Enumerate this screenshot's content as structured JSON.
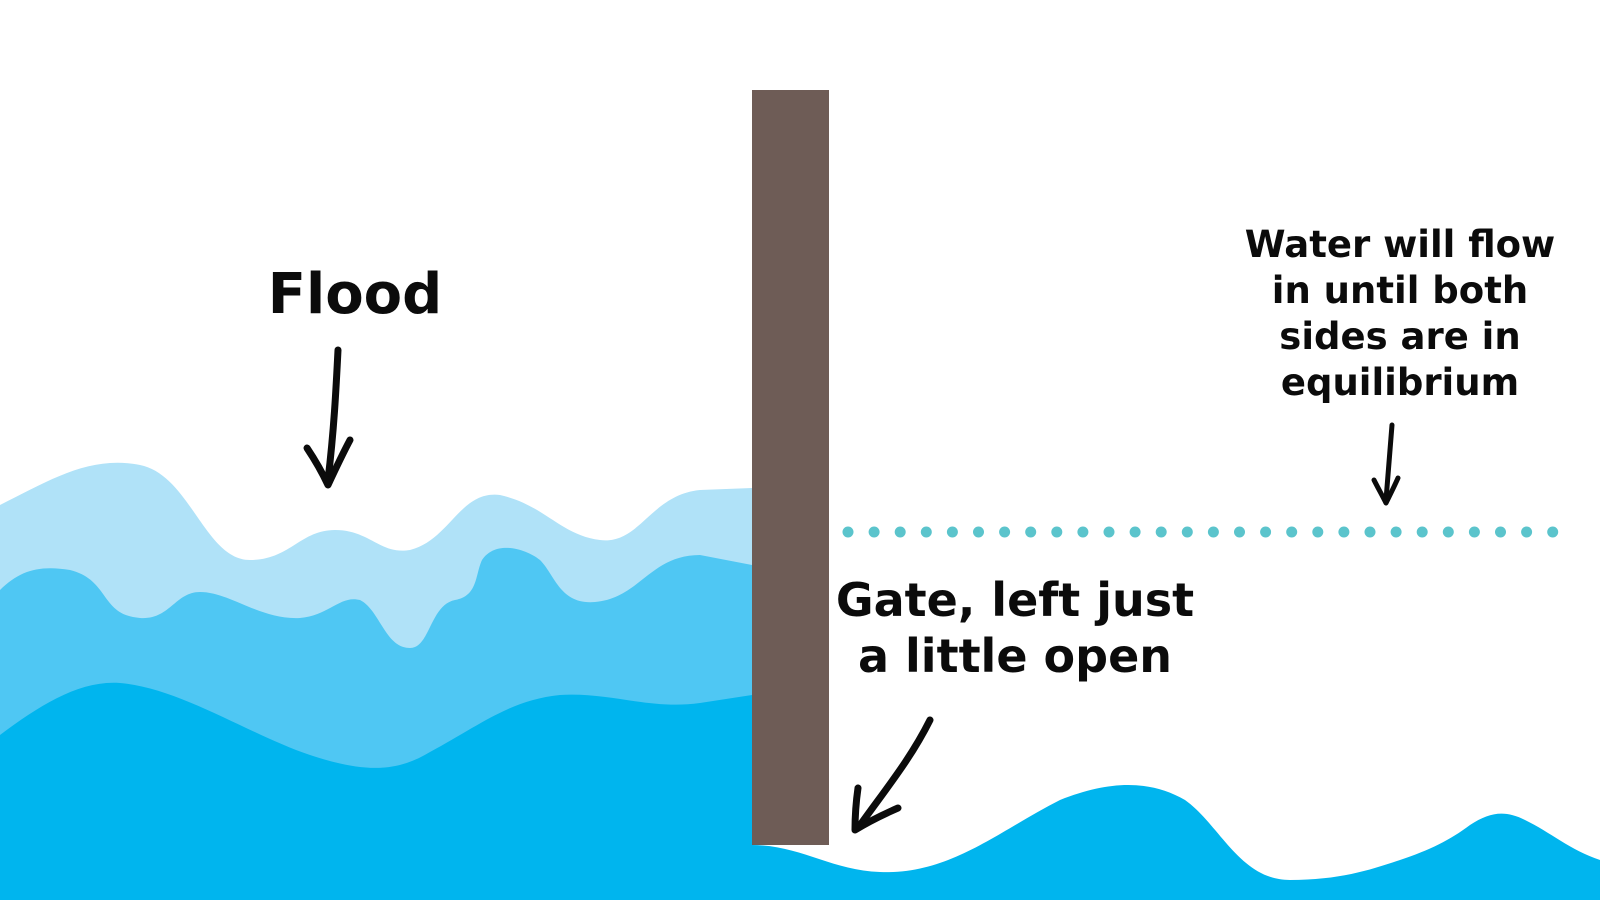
{
  "labels": {
    "flood": "Flood",
    "gate": "Gate, left just\na little open",
    "equilibrium": "Water will flow\nin until both\nsides are in\nequilibrium"
  },
  "colors": {
    "water_light": "#b0e2f8",
    "water_mid": "#4fc7f3",
    "water_deep": "#00b5ee",
    "gate": "#6e5c56",
    "equilibrium_dots": "#5bc4cc",
    "text": "#0b0b0b",
    "background": "#ffffff"
  },
  "icons": {
    "flood_arrow": "arrow-down-icon",
    "gate_arrow": "arrow-down-left-icon",
    "equilibrium_arrow": "arrow-down-icon"
  }
}
